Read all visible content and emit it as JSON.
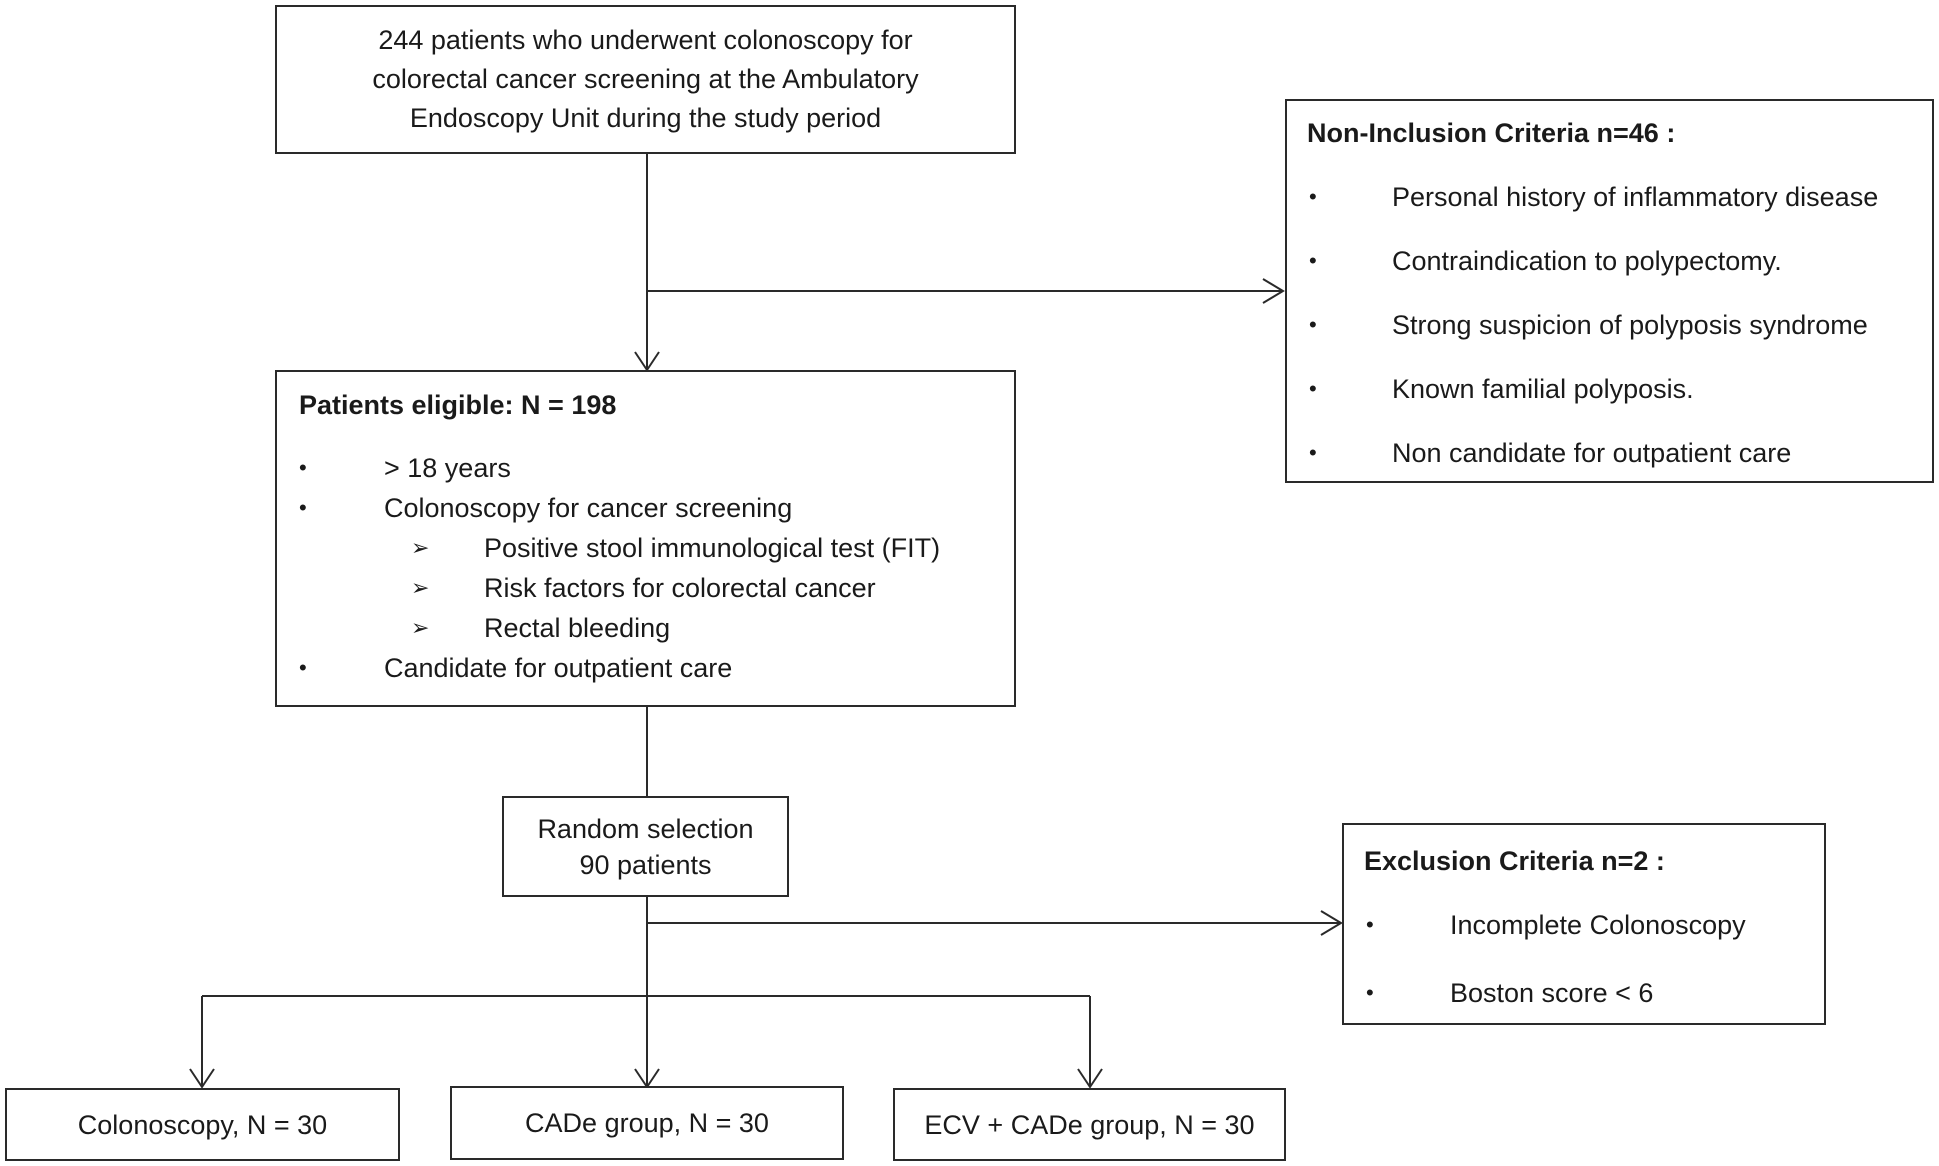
{
  "top_box": {
    "lines": [
      "244 patients who underwent colonoscopy for",
      "colorectal cancer screening at the Ambulatory",
      "Endoscopy Unit during the study period"
    ]
  },
  "non_inclusion": {
    "title": "Non-Inclusion Criteria n=46  :",
    "bullet_symbol": "•",
    "items": [
      "Personal history of inflammatory disease",
      "Contraindication to polypectomy.",
      "Strong suspicion of polyposis syndrome",
      "Known familial polyposis.",
      "Non candidate for outpatient care"
    ]
  },
  "eligible": {
    "title": "Patients eligible: N = 198",
    "bullet_symbol": "•",
    "sub_symbol": "➢",
    "items": [
      "> 18 years",
      "Colonoscopy for cancer screening",
      "Candidate for outpatient care"
    ],
    "sub_items": [
      "Positive stool immunological test (FIT)",
      "Risk factors for colorectal cancer",
      "Rectal bleeding"
    ]
  },
  "random_box": {
    "lines": [
      "Random selection",
      "90 patients"
    ]
  },
  "exclusion": {
    "title": "Exclusion Criteria n=2 :",
    "bullet_symbol": "•",
    "items": [
      "Incomplete Colonoscopy",
      "Boston score < 6"
    ]
  },
  "groups": [
    "Colonoscopy, N = 30",
    "CADe group, N = 30",
    "ECV + CADe group, N = 30"
  ]
}
